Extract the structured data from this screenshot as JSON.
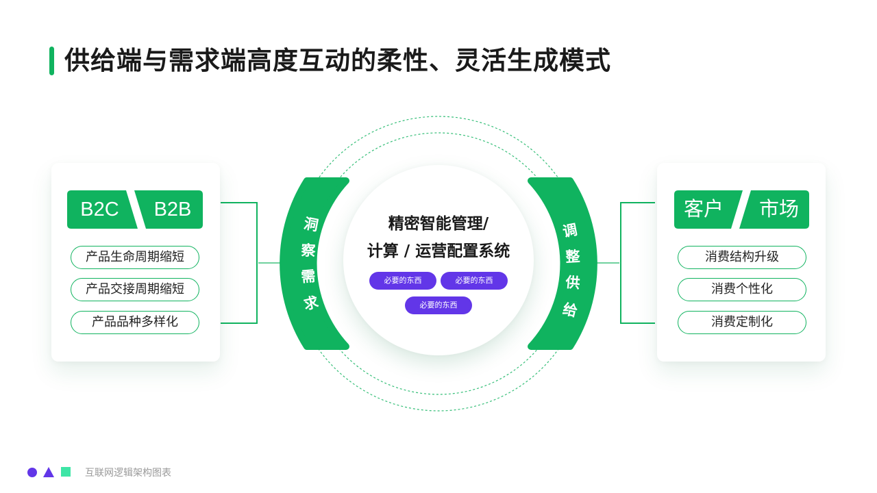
{
  "title": "供给端与需求端高度互动的柔性、灵活生成模式",
  "left_card": {
    "tags": [
      "B2C",
      "B2B"
    ],
    "items": [
      "产品生命周期缩短",
      "产品交接周期缩短",
      "产品品种多样化"
    ]
  },
  "right_card": {
    "tags": [
      "客户",
      "市场"
    ],
    "items": [
      "消费结构升级",
      "消费个性化",
      "消费定制化"
    ]
  },
  "left_arc": {
    "chars": [
      "洞",
      "察",
      "需",
      "求"
    ]
  },
  "right_arc": {
    "chars": [
      "调",
      "整",
      "供",
      "给"
    ]
  },
  "center": {
    "line1": "精密智能管理/",
    "line2": "计算 / 运营配置系统",
    "badges": [
      "必要的东西",
      "必要的东西",
      "必要的东西"
    ]
  },
  "footer": {
    "text": "互联网逻辑架构图表"
  },
  "colors": {
    "accent": "#10b35f",
    "badge": "#6236e8",
    "footer_circle": "#6236e8",
    "footer_triangle": "#6236e8",
    "footer_square": "#3ee5a6"
  }
}
